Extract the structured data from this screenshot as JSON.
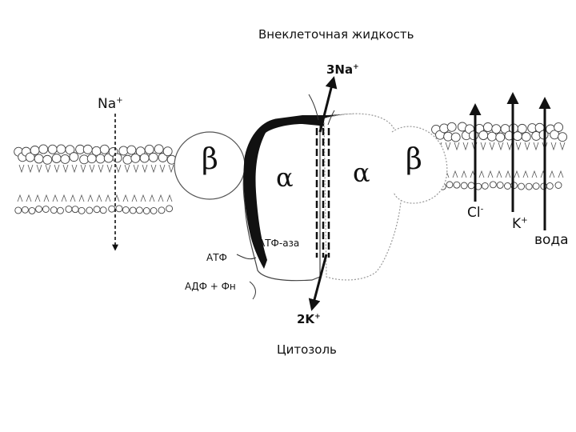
{
  "labels": {
    "extracellular": "Внеклеточная жидкость",
    "cytosol": "Цитозоль",
    "na_out_count": "3Na",
    "na_out_charge": "+",
    "k_in_count": "2K",
    "k_in_charge": "+",
    "na_leak": "Na",
    "na_leak_charge": "+",
    "cl": "Cl",
    "cl_charge": "-",
    "k_channel": "K",
    "k_channel_charge": "+",
    "water": "вода",
    "atpase": "АТФ-аза",
    "atp": "АТФ",
    "adp_pi": "АДФ + Фн",
    "alpha": "α",
    "beta": "β"
  },
  "colors": {
    "ink": "#111111",
    "outline": "#555555",
    "dotted": "#999999",
    "background": "#ffffff"
  }
}
